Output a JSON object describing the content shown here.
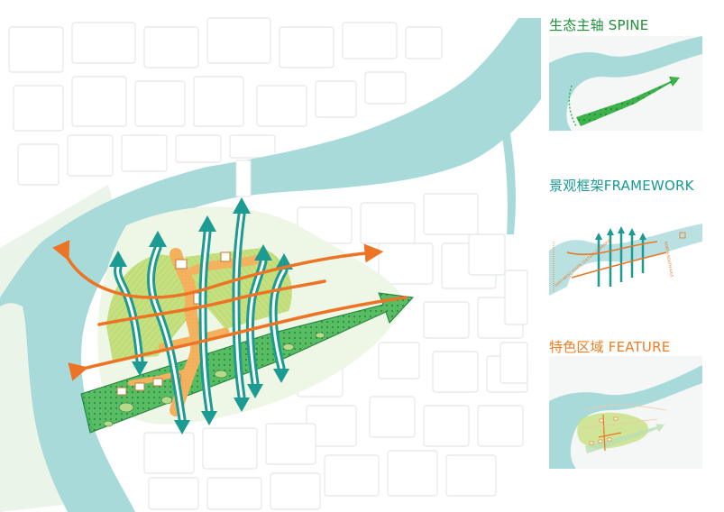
{
  "panels": [
    {
      "title": "生态主轴 SPINE",
      "color": "#1f8f3a"
    },
    {
      "title": "景观框架FRAMEWORK",
      "color": "#179a93"
    },
    {
      "title": "特色区域 FEATURE",
      "color": "#ef7d22"
    }
  ],
  "framework_labels": {
    "east_west_axis": "EAST-WEST YOUTH CULTURE CORRIDOR",
    "north_south_axis": "NORTH-SOUTH AXIS"
  },
  "colors": {
    "river": "#a9dada",
    "block_fill": "#ffffff",
    "block_stroke": "#e3e8e6",
    "land": "#f4f7f5",
    "green_belt": "#cbe6b4",
    "spine": "#3db24a",
    "spine_dots": "#1e7f3a",
    "park": "#c7e07f",
    "teal_arrow": "#1b9b92",
    "orange_arrow": "#ec7424",
    "orange_path": "#f4b25f"
  }
}
